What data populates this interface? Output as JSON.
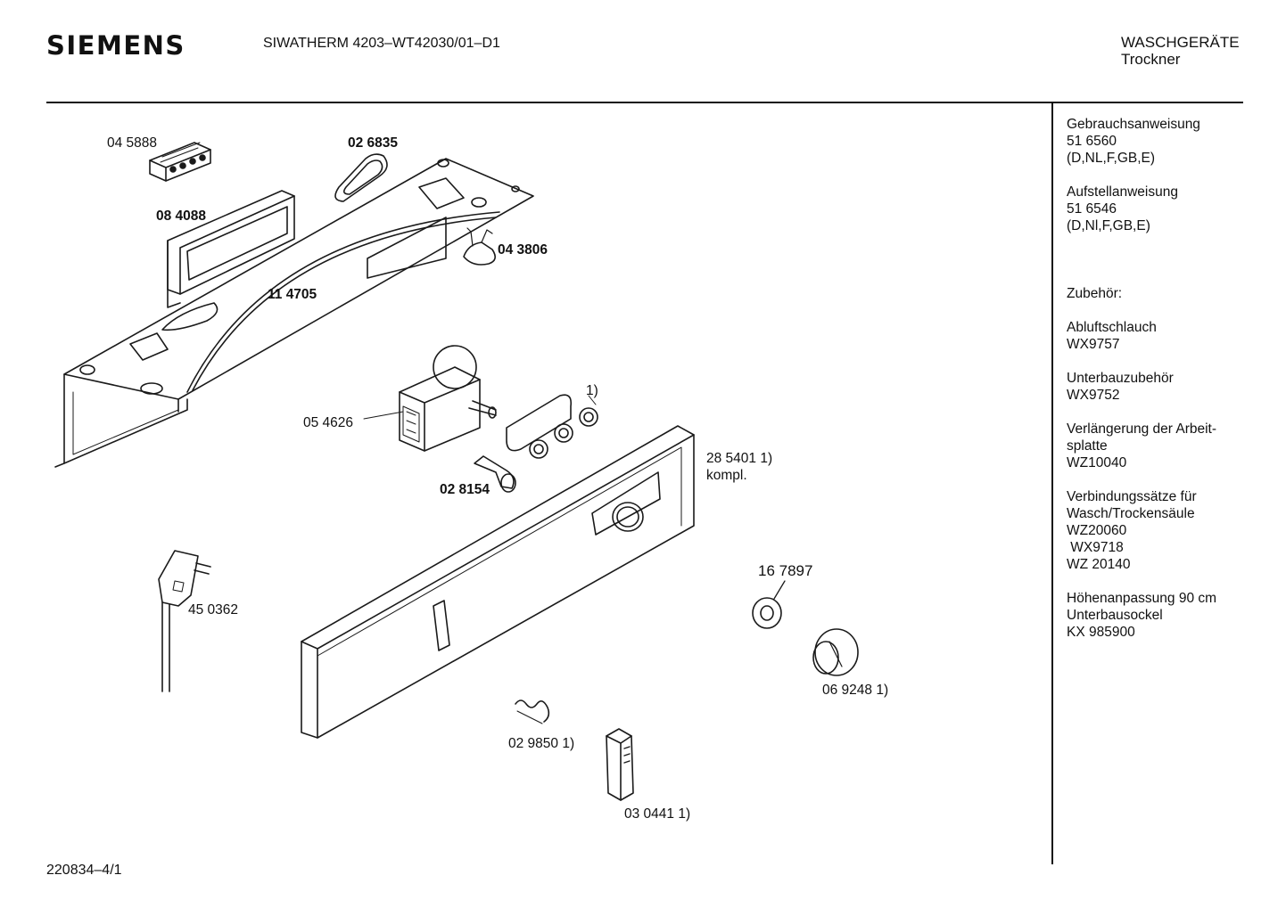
{
  "header": {
    "brand": "SIEMENS",
    "model": "SIWATHERM 4203–WT42030/01–D1",
    "category_line1": "WASCHGERÄTE",
    "category_line2": "Trockner"
  },
  "footer": {
    "doc_number": "220834–4/1"
  },
  "side_panel": {
    "blocks": [
      {
        "lines": [
          "Gebrauchsanweisung",
          "51 6560",
          "(D,NL,F,GB,E)"
        ]
      },
      {
        "lines": [
          "Aufstellanweisung",
          "51 6546",
          "(D,Nl,F,GB,E)"
        ]
      },
      {
        "lines": [
          "Zubehör:"
        ]
      },
      {
        "lines": [
          "Abluftschlauch",
          "WX9757"
        ]
      },
      {
        "lines": [
          "Unterbauzubehör",
          "WX9752"
        ]
      },
      {
        "lines": [
          "Verlängerung der Arbeit-",
          "splatte",
          "WZ10040"
        ]
      },
      {
        "lines": [
          "Verbindungssätze für",
          "Wasch/Trockensäule",
          "WZ20060",
          " WX9718",
          "WZ 20140"
        ]
      },
      {
        "lines": [
          "Höhenanpassung 90 cm",
          "Unterbausockel",
          "KX 985900"
        ]
      }
    ]
  },
  "parts": {
    "p045888": "04 5888",
    "p026835": "02 6835",
    "p084088": "08 4088",
    "p043806": "04 3806",
    "p114705": "11 4705",
    "p054626": "05 4626",
    "p_note1": "1)",
    "p028154": "02 8154",
    "p285401": "28 5401 1)",
    "p285401_sub": "kompl.",
    "p167897": "16 7897",
    "p450362": "45 0362",
    "p069248": "06 9248 1)",
    "p029850": "02 9850 1)",
    "p030441": "03 0441 1)"
  }
}
